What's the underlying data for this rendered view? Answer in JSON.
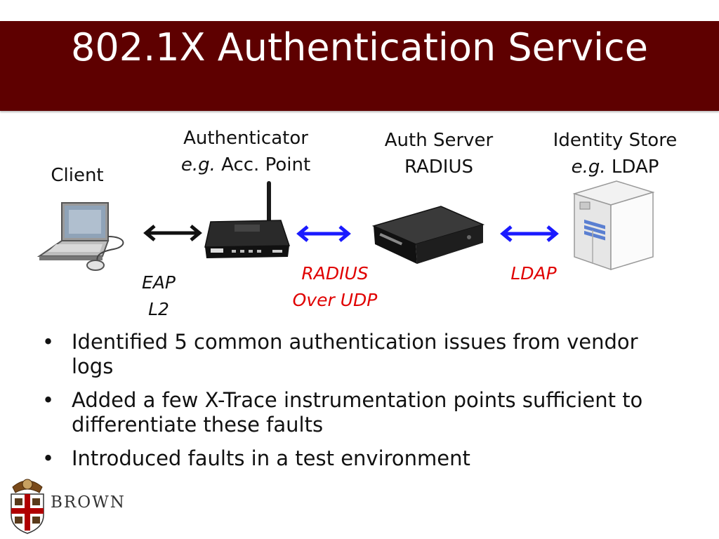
{
  "title": "802.1X Authentication Service",
  "nodes": {
    "client": {
      "label": "Client"
    },
    "authenticator": {
      "label": "Authenticator",
      "example_prefix": "e.g.",
      "example": "Acc. Point"
    },
    "auth_server": {
      "label": "Auth Server",
      "sublabel": "RADIUS"
    },
    "identity_store": {
      "label": "Identity Store",
      "example_prefix": "e.g.",
      "example": "LDAP"
    }
  },
  "links": {
    "client_authenticator": {
      "line1": "EAP",
      "line2": "L2",
      "color": "#111111"
    },
    "authenticator_server": {
      "line1": "RADIUS",
      "line2": "Over UDP",
      "color": "#e00000",
      "arrow_color": "#1a1aff"
    },
    "server_store": {
      "line1": "LDAP",
      "color": "#e00000",
      "arrow_color": "#1a1aff"
    }
  },
  "bullets": [
    {
      "text": "Identified 5 common authentication issues from vendor logs"
    },
    {
      "text": "Added a few X-Trace instrumentation points sufficient to differentiate these faults"
    },
    {
      "text": "Introduced faults in a test environment"
    }
  ],
  "bullet_symbol": "•",
  "brand": {
    "name": "BROWN",
    "logo_icon": "brown-shield-icon"
  },
  "colors": {
    "title_bar": "#5e0000",
    "protocol_text": "#e00000",
    "arrow_blue": "#1a1aff"
  }
}
